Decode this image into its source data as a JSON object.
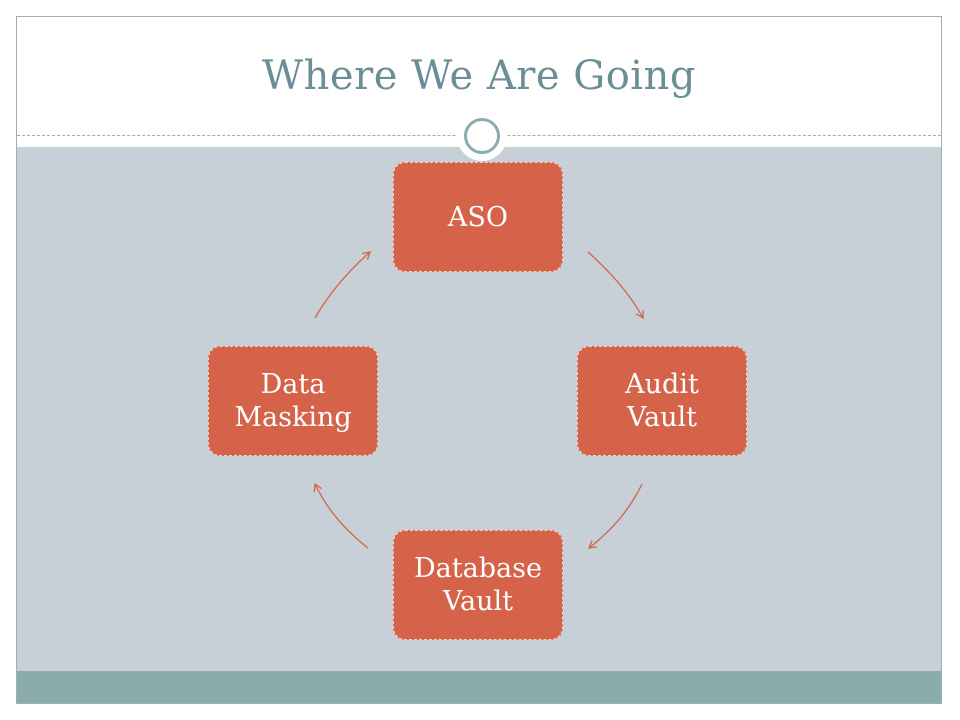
{
  "slide": {
    "title": "Where We Are Going"
  },
  "diagram": {
    "nodes": [
      {
        "id": "aso",
        "label": "ASO"
      },
      {
        "id": "audit-vault",
        "label": "Audit\nVault"
      },
      {
        "id": "database-vault",
        "label": "Database\nVault"
      },
      {
        "id": "data-masking",
        "label": "Data\nMasking"
      }
    ]
  },
  "colors": {
    "node_fill": "#d4634a",
    "arrow": "#d4634a",
    "title": "#6b8e96",
    "content_bg": "#c6d0d6",
    "footer_band": "#8bacad"
  }
}
